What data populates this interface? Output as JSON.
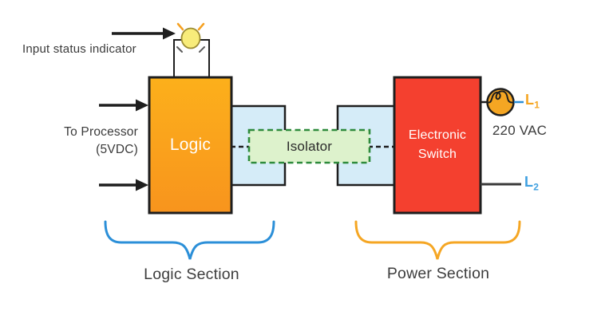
{
  "labels": {
    "input_status": "Input status indicator",
    "processor_line1": "To Processor",
    "processor_line2": "(5VDC)",
    "logic_block": "Logic",
    "isolator_block": "Isolator",
    "switch_line1": "Electronic",
    "switch_line2": "Switch",
    "voltage": "220 VAC",
    "terminal_letter": "L",
    "l1_subscript": "1",
    "l2_subscript": "2",
    "logic_section": "Logic Section",
    "power_section": "Power Section"
  },
  "colors": {
    "logic_gradient_top": "#FCB01B",
    "logic_gradient_bottom": "#F8941D",
    "switch_fill": "#F4402F",
    "coupler_fill": "#D5ECF8",
    "isolator_fill": "#DDF2CC",
    "isolator_border": "#2E8B3C",
    "brace_logic": "#2B8FD8",
    "brace_power": "#F5A623",
    "terminal_l1": "#F5A623",
    "terminal_l2": "#3FA0E0",
    "lamp_fill": "#F5A623",
    "led_fill": "#F8EC7A",
    "text_dark": "#3A3A3A",
    "outline": "#1E1E1E"
  }
}
